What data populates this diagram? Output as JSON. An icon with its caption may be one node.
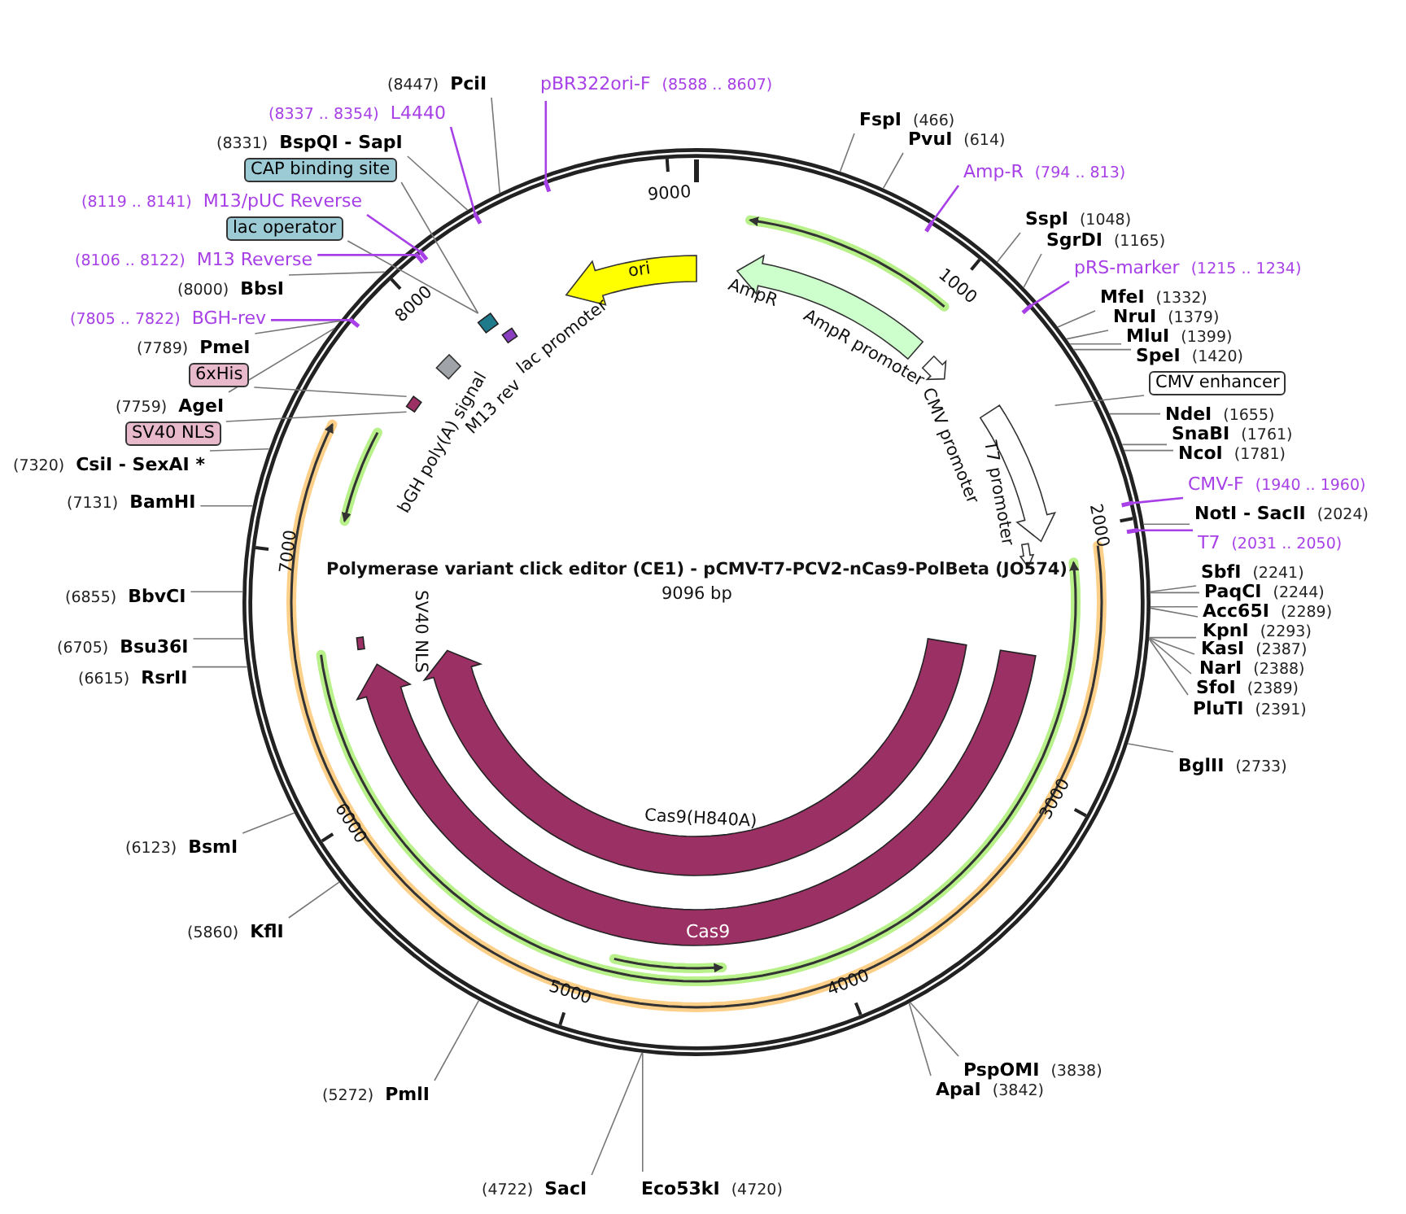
{
  "diagram": {
    "title": "Polymerase variant click editor (CE1) - pCMV-T7-PCV2-nCas9-PolBeta (JO574)",
    "nodes": [
      {
        "text": [
          "(8447)",
          "PciI"
        ]
      },
      {
        "text": [
          "pBR322ori-F",
          "(8588 .. 8607)"
        ]
      },
      {
        "text": [
          "(8337 .. 8354)",
          "L4440"
        ]
      },
      {
        "text": [
          "(8331)",
          "BspQI - SapI"
        ]
      },
      {
        "text": [
          "CAP binding site"
        ]
      },
      {
        "text": [
          "(8119 .. 8141)",
          "M13/pUC Reverse"
        ]
      },
      {
        "text": [
          "lac operator"
        ]
      },
      {
        "text": [
          "(8106 .. 8122)",
          "M13 Reverse"
        ]
      },
      {
        "text": [
          "(8000)",
          "BbsI"
        ]
      },
      {
        "text": [
          "(7805 .. 7822)",
          "BGH-rev"
        ]
      },
      {
        "text": [
          "(7789)",
          "PmeI"
        ]
      },
      {
        "text": [
          "6xHis"
        ]
      },
      {
        "text": [
          "(7759)",
          "AgeI"
        ]
      },
      {
        "text": [
          "SV40 NLS"
        ]
      },
      {
        "text": [
          "(7320)",
          "CsiI - SexAI *"
        ]
      },
      {
        "text": [
          "(7131)",
          "BamHI"
        ]
      },
      {
        "text": [
          "(6855)",
          "BbvCI"
        ]
      },
      {
        "text": [
          "(6705)",
          "Bsu36I"
        ]
      },
      {
        "text": [
          "(6615)",
          "RsrII"
        ]
      },
      {
        "text": [
          "(6123)",
          "BsmI"
        ]
      },
      {
        "text": [
          "(5860)",
          "KflI"
        ]
      },
      {
        "text": [
          "(5272)",
          "PmlI"
        ]
      },
      {
        "text": [
          "(4722)",
          "SacI"
        ]
      },
      {
        "text": [
          "Eco53kI",
          "(4720)"
        ]
      },
      {
        "text": [
          "ApaI",
          "(3842)"
        ]
      },
      {
        "text": [
          "PspOMI",
          "(3838)"
        ]
      },
      {
        "text": [
          "BglII",
          "(2733)"
        ]
      },
      {
        "text": [
          "PluTI",
          "(2391)"
        ]
      },
      {
        "text": [
          "SfoI",
          "(2389)"
        ]
      },
      {
        "text": [
          "NarI",
          "(2388)"
        ]
      },
      {
        "text": [
          "KasI",
          "(2387)"
        ]
      },
      {
        "text": [
          "KpnI",
          "(2293)"
        ]
      },
      {
        "text": [
          "Acc65I",
          "(2289)"
        ]
      },
      {
        "text": [
          "PaqCI",
          "(2244)"
        ]
      },
      {
        "text": [
          "SbfI",
          "(2241)"
        ]
      },
      {
        "text": [
          "T7",
          "(2031 .. 2050)"
        ]
      },
      {
        "text": [
          "NotI - SacII",
          "(2024)"
        ]
      },
      {
        "text": [
          "CMV-F",
          "(1940 .. 1960)"
        ]
      },
      {
        "text": [
          "NcoI",
          "(1781)"
        ]
      },
      {
        "text": [
          "SnaBI",
          "(1761)"
        ]
      },
      {
        "text": [
          "NdeI",
          "(1655)"
        ]
      },
      {
        "text": [
          "CMV enhancer"
        ]
      },
      {
        "text": [
          "SpeI",
          "(1420)"
        ]
      },
      {
        "text": [
          "MluI",
          "(1399)"
        ]
      },
      {
        "text": [
          "NruI",
          "(1379)"
        ]
      },
      {
        "text": [
          "MfeI",
          "(1332)"
        ]
      },
      {
        "text": [
          "pRS-marker",
          "(1215 .. 1234)"
        ]
      },
      {
        "text": [
          "SgrDI",
          "(1165)"
        ]
      },
      {
        "text": [
          "SspI",
          "(1048)"
        ]
      },
      {
        "text": [
          "Amp-R",
          "(794 .. 813)"
        ]
      },
      {
        "text": [
          "PvuI",
          "(614)"
        ]
      },
      {
        "text": [
          "FspI",
          "(466)"
        ]
      },
      {
        "text": [
          "ori"
        ]
      },
      {
        "text": [
          "Cas9"
        ]
      },
      {
        "text": [],
        "shape": "box"
      },
      {
        "text": [],
        "shape": "box"
      },
      {
        "text": [],
        "shape": "arrow"
      }
    ],
    "edges": [
      {
        "from": 0,
        "to": null,
        "arrow": "none"
      },
      {
        "from": 1,
        "to": null,
        "arrow": "none",
        "color": "#a740e6"
      },
      {
        "from": 2,
        "to": null,
        "arrow": "none",
        "color": "#a740e6"
      },
      {
        "from": 3,
        "to": null,
        "arrow": "none"
      },
      {
        "from": 4,
        "to": 54,
        "arrow": "none"
      },
      {
        "from": 5,
        "to": null,
        "arrow": "none",
        "color": "#a740e6"
      },
      {
        "from": 6,
        "to": 54,
        "arrow": "none"
      },
      {
        "from": 7,
        "to": null,
        "arrow": "none",
        "color": "#a740e6"
      },
      {
        "from": 8,
        "to": null,
        "arrow": "none"
      },
      {
        "from": 9,
        "to": null,
        "arrow": "none",
        "color": "#a740e6"
      },
      {
        "from": 10,
        "to": null,
        "arrow": "none"
      },
      {
        "from": 11,
        "to": 55,
        "arrow": "none"
      },
      {
        "from": 12,
        "to": null,
        "arrow": "none"
      },
      {
        "from": 13,
        "to": 55,
        "arrow": "none"
      },
      {
        "from": 14,
        "to": null,
        "arrow": "none"
      },
      {
        "from": 15,
        "to": null,
        "arrow": "none"
      },
      {
        "from": 16,
        "to": null,
        "arrow": "none"
      },
      {
        "from": 17,
        "to": null,
        "arrow": "none"
      },
      {
        "from": 18,
        "to": null,
        "arrow": "none"
      },
      {
        "from": 19,
        "to": null,
        "arrow": "none"
      },
      {
        "from": 20,
        "to": null,
        "arrow": "none"
      },
      {
        "from": 21,
        "to": null,
        "arrow": "none"
      },
      {
        "from": 22,
        "to": null,
        "arrow": "none"
      },
      {
        "from": 23,
        "to": null,
        "arrow": "none"
      },
      {
        "from": 24,
        "to": null,
        "arrow": "none"
      },
      {
        "from": 25,
        "to": null,
        "arrow": "none"
      },
      {
        "from": 26,
        "to": null,
        "arrow": "none"
      },
      {
        "from": 27,
        "to": null,
        "arrow": "none"
      },
      {
        "from": 28,
        "to": null,
        "arrow": "none"
      },
      {
        "from": 29,
        "to": null,
        "arrow": "none"
      },
      {
        "from": 30,
        "to": null,
        "arrow": "none"
      },
      {
        "from": 31,
        "to": null,
        "arrow": "none"
      },
      {
        "from": 32,
        "to": null,
        "arrow": "none"
      },
      {
        "from": 33,
        "to": null,
        "arrow": "none"
      },
      {
        "from": 34,
        "to": null,
        "arrow": "none"
      },
      {
        "from": 35,
        "to": null,
        "arrow": "none",
        "color": "#a740e6"
      },
      {
        "from": 36,
        "to": null,
        "arrow": "none"
      },
      {
        "from": 37,
        "to": null,
        "arrow": "none",
        "color": "#a740e6"
      },
      {
        "from": 38,
        "to": null,
        "arrow": "none"
      },
      {
        "from": 39,
        "to": null,
        "arrow": "none"
      },
      {
        "from": 40,
        "to": null,
        "arrow": "none"
      },
      {
        "from": 41,
        "to": 56,
        "arrow": "none"
      },
      {
        "from": 42,
        "to": null,
        "arrow": "none"
      },
      {
        "from": 43,
        "to": null,
        "arrow": "none"
      },
      {
        "from": 44,
        "to": null,
        "arrow": "none"
      },
      {
        "from": 45,
        "to": null,
        "arrow": "none"
      },
      {
        "from": 46,
        "to": null,
        "arrow": "none",
        "color": "#a740e6"
      },
      {
        "from": 47,
        "to": null,
        "arrow": "none"
      },
      {
        "from": 48,
        "to": null,
        "arrow": "none"
      },
      {
        "from": 49,
        "to": null,
        "arrow": "none",
        "color": "#a740e6"
      },
      {
        "from": 50,
        "to": null,
        "arrow": "none"
      },
      {
        "from": 51,
        "to": null,
        "arrow": "none"
      }
    ],
    "labels": [
      "9096 bp",
      "9000",
      "1000",
      "2000",
      "3000",
      "4000",
      "5000",
      "6000",
      "7000",
      "8000",
      "AmpR",
      "AmpR promoter",
      "CMV promoter",
      "T7 promoter",
      "lac promoter",
      "M13 rev",
      "bGH poly(A) signal",
      "SV40 NLS",
      "Cas9(H840A)"
    ]
  }
}
